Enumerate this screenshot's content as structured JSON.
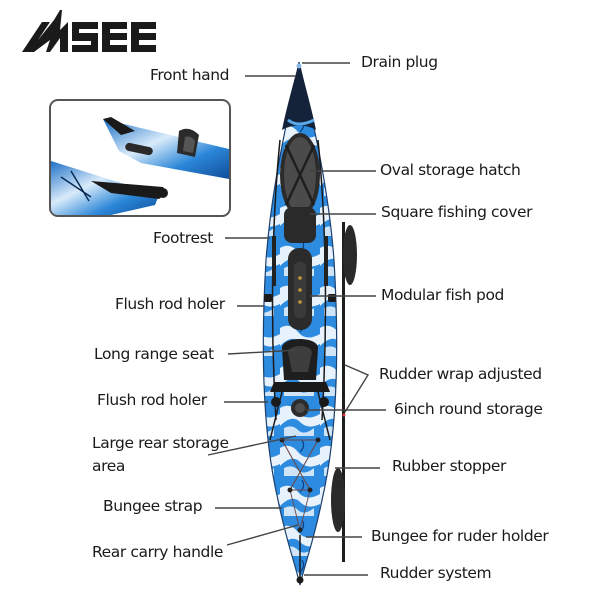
{
  "brand": {
    "logo_text": "MSEE",
    "color": "#1a1a1a"
  },
  "colors": {
    "hull_blue": "#1f7fd6",
    "hull_light": "#cfe4f7",
    "hull_dark": "#14233a",
    "accessory_black": "#2a2a2a",
    "leader_line": "#444444",
    "label_text": "#1a1a1a"
  },
  "labels_left": [
    {
      "id": "front-hand",
      "text": "Front hand"
    },
    {
      "id": "footrest",
      "text": "Footrest"
    },
    {
      "id": "flush-rod-holer-1",
      "text": "Flush rod holer"
    },
    {
      "id": "long-range-seat",
      "text": "Long range seat"
    },
    {
      "id": "flush-rod-holer-2",
      "text": "Flush rod holer"
    },
    {
      "id": "large-rear-storage",
      "text": "Large rear storage",
      "text2": "area"
    },
    {
      "id": "bungee-strap",
      "text": "Bungee strap"
    },
    {
      "id": "rear-carry-handle",
      "text": "Rear carry handle"
    }
  ],
  "labels_right": [
    {
      "id": "drain-plug",
      "text": "Drain plug"
    },
    {
      "id": "oval-storage-hatch",
      "text": "Oval storage hatch"
    },
    {
      "id": "square-fishing-cover",
      "text": "Square fishing cover"
    },
    {
      "id": "modular-fish-pod",
      "text": "Modular fish pod"
    },
    {
      "id": "rudder-wrap-adjusted",
      "text": "Rudder wrap adjusted"
    },
    {
      "id": "6inch-round-storage",
      "text": "6inch round storage"
    },
    {
      "id": "rubber-stopper",
      "text": "Rubber stopper"
    },
    {
      "id": "bungee-for-ruder-holder",
      "text": "Bungee for ruder holder"
    },
    {
      "id": "rudder-system",
      "text": "Rudder system"
    }
  ],
  "inset": {
    "description": "side view detail of kayak bow and stern with carry handles"
  }
}
